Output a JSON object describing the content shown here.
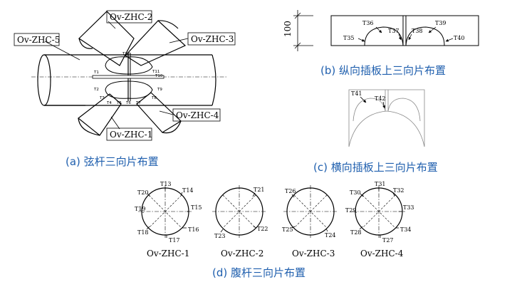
{
  "captions": {
    "a": "(a) 弦杆三向片布置",
    "b": "(b) 纵向插板上三向片布置",
    "c": "(c) 横向插板上三向片布置",
    "d": "(d) 腹杆三向片布置"
  },
  "panel_a": {
    "members": {
      "zhc5": "Ov-ZHC-5",
      "zhc2": "Ov-ZHC-2",
      "zhc3": "Ov-ZHC-3",
      "zhc4": "Ov-ZHC-4",
      "zhc1": "Ov-ZHC-1"
    },
    "gauges": [
      "T1",
      "T2",
      "T3",
      "T4",
      "T5",
      "T6",
      "T7",
      "T8",
      "T9",
      "T10",
      "T11",
      "T12"
    ]
  },
  "panel_b": {
    "dimension": "100",
    "gauges": {
      "t35": "T35",
      "t36": "T36",
      "t37": "T37",
      "t38": "T38",
      "t39": "T39",
      "t40": "T40"
    }
  },
  "panel_c": {
    "gauges": {
      "t41": "T41",
      "t42": "T42"
    }
  },
  "panel_d": {
    "circles": [
      {
        "name": "Ov-ZHC-1",
        "gauges": {
          "t13": "T13",
          "t14": "T14",
          "t15": "T15",
          "t16": "T16",
          "t17": "T17",
          "t18": "T18",
          "t19": "T19",
          "t20": "T20"
        }
      },
      {
        "name": "Ov-ZHC-2",
        "gauges": {
          "t21": "T21",
          "t22": "T22",
          "t23": "T23"
        }
      },
      {
        "name": "Ov-ZHC-3",
        "gauges": {
          "t24": "T24",
          "t25": "T25",
          "t26": "T26"
        }
      },
      {
        "name": "Ov-ZHC-4",
        "gauges": {
          "t27": "T27",
          "t28": "T28",
          "t29": "T29",
          "t30": "T30",
          "t31": "T31",
          "t32": "T32",
          "t33": "T33",
          "t34": "T34"
        }
      }
    ]
  }
}
